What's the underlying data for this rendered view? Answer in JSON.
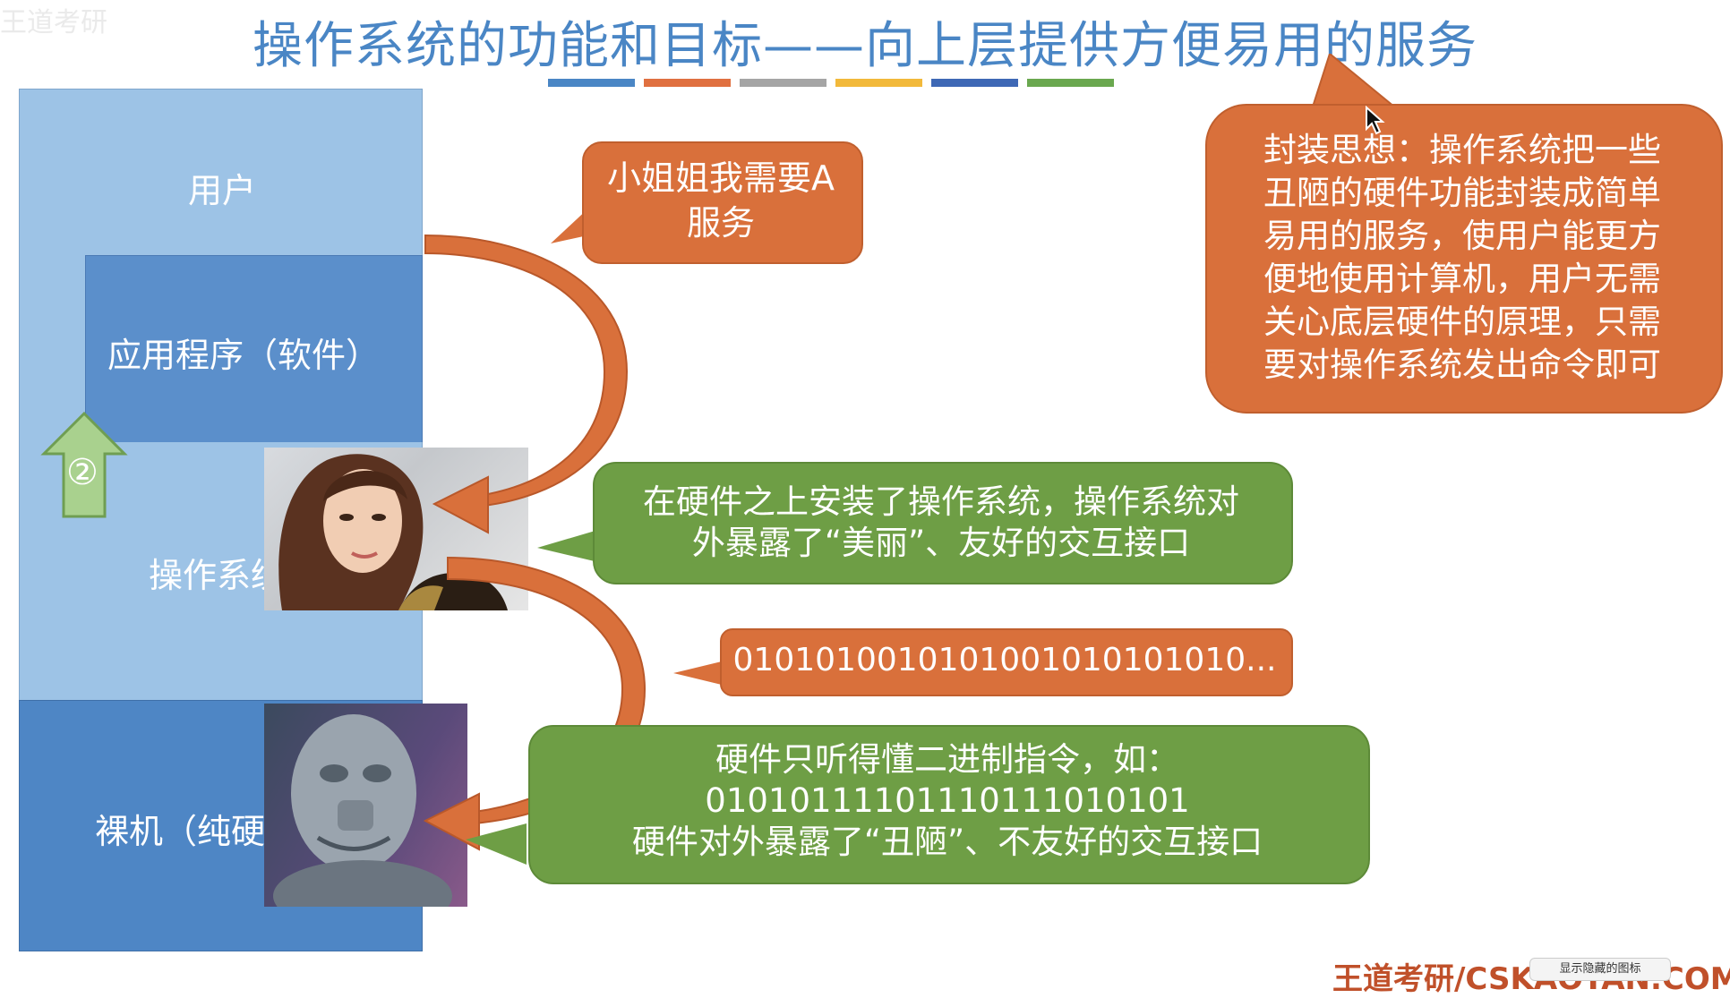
{
  "watermark": "王道考研",
  "title": "操作系统的功能和目标——向上层提供方便易用的服务",
  "title_underline_colors": [
    "#4a86c5",
    "#e07040",
    "#a5a5a5",
    "#f2b93b",
    "#3e68b5",
    "#6aa84f"
  ],
  "layers": {
    "user": "用户",
    "app": "应用程序（软件）",
    "os": "操作系统",
    "hardware": "裸机（纯硬件）"
  },
  "step_badge": "②",
  "bubbles": {
    "request": [
      "小姐姐我需要A",
      "服务"
    ],
    "encapsulation": [
      "封装思想：操作系统把一些",
      "丑陋的硬件功能封装成简单",
      "易用的服务，使用户能更方",
      "便地使用计算机，用户无需",
      "关心底层硬件的原理，只需",
      "要对操作系统发出命令即可"
    ],
    "os_interface": [
      "在硬件之上安装了操作系统，操作系统对",
      "外暴露了“美丽”、友好的交互接口"
    ],
    "binary": "0101010010101001010101010...",
    "hardware_interface": [
      "硬件只听得懂二进制指令，如：",
      "01010111101110111010101",
      "硬件对外暴露了“丑陋”、不友好的交互接口"
    ]
  },
  "icons": {
    "pointer": "mouse-pointer-icon",
    "up_arrow": "up-arrow-icon"
  },
  "footer": "王道考研/CSKAOYAN.COM",
  "footer_tooltip": "显示隐藏的图标",
  "colors": {
    "orange": "#d9703b",
    "green": "#6e9e45",
    "light_blue": "#9dc3e6",
    "mid_blue": "#5b8fcb",
    "dark_blue": "#4e86c5",
    "title": "#4a86c5"
  }
}
